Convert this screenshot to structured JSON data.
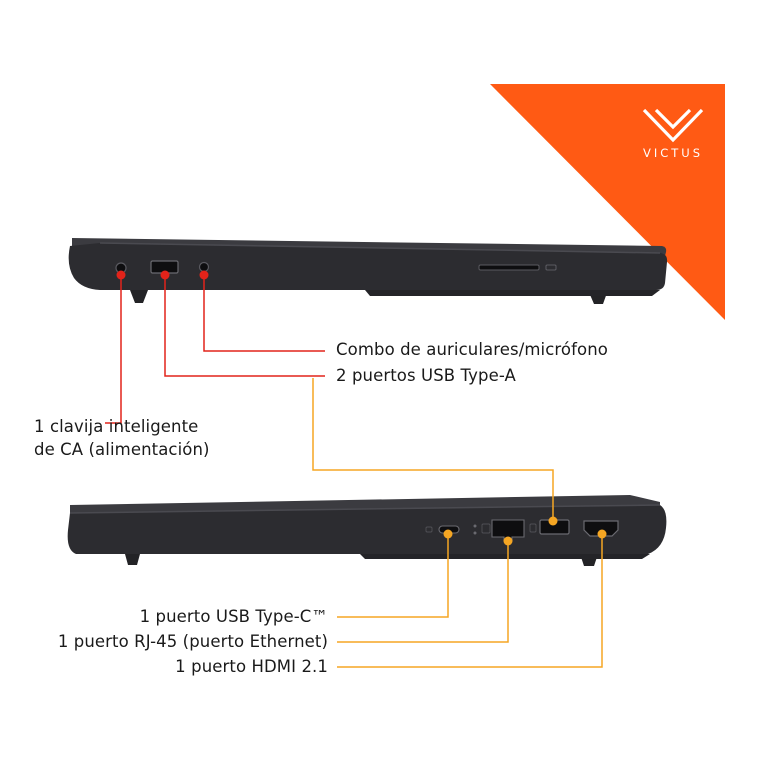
{
  "brand": {
    "name": "VICTUS",
    "accent_color": "#ff5a14",
    "logo_icon": "victus-chevron-logo-icon"
  },
  "laptop_colors": {
    "body": "#2f2f33",
    "lid": "#3b3b40",
    "edge": "#1c1c1f"
  },
  "leader_colors": {
    "red": "#e2231a",
    "orange": "#f5a623"
  },
  "left_side": {
    "callouts": {
      "headphone_mic": "Combo de auriculares/micrófono",
      "usb_a": "2 puertos USB Type-A",
      "power_line1": "1 clavija inteligente",
      "power_line2": "de CA (alimentación)"
    }
  },
  "right_side": {
    "callouts": {
      "usb_c": "1 puerto USB Type-C™",
      "rj45": "1 puerto RJ-45 (puerto Ethernet)",
      "hdmi": "1 puerto HDMI 2.1"
    }
  }
}
